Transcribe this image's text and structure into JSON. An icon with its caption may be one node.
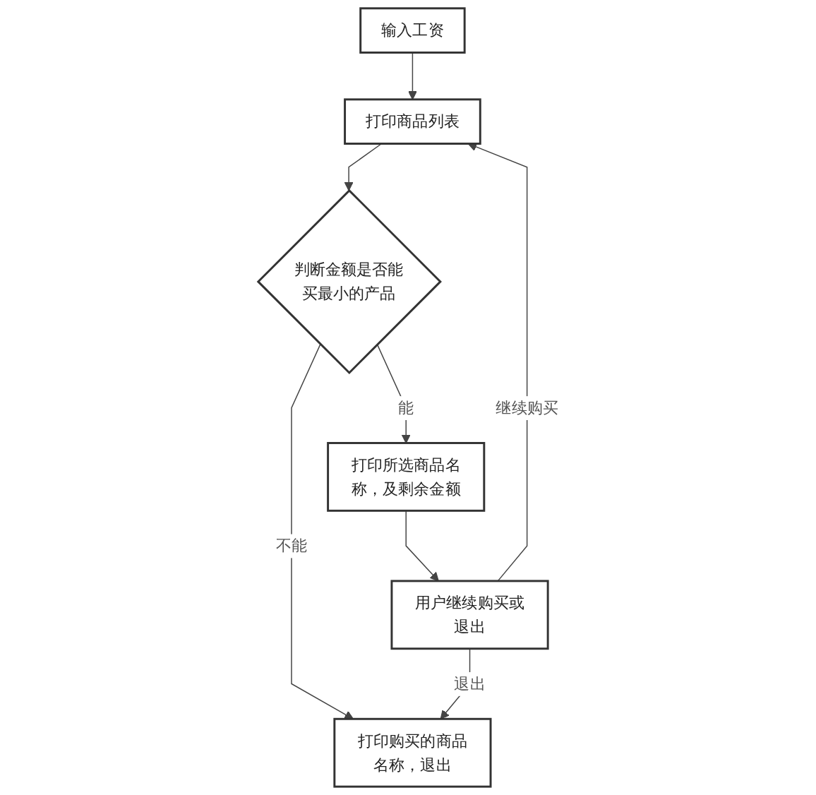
{
  "diagram": {
    "nodes": [
      {
        "text": [
          "输入工资"
        ]
      },
      {
        "text": [
          "打印商品列表"
        ]
      },
      {
        "text": [
          "判断金额是否能买最小的产品"
        ]
      },
      {
        "text": [
          "打印购买的商品名称，退出"
        ]
      },
      {
        "text": [
          "打印所选商品名称，及剩余金额"
        ]
      },
      {
        "text": [
          "用户继续购买或退出"
        ]
      }
    ],
    "edges": [
      {
        "from": 0,
        "to": 1,
        "arrow": "to"
      },
      {
        "from": 1,
        "to": 2,
        "arrow": "to"
      },
      {
        "from": 2,
        "to": 3,
        "label": "不能",
        "arrow": "to"
      },
      {
        "from": 2,
        "to": 4,
        "label": "能",
        "arrow": "to"
      },
      {
        "from": 4,
        "to": 5,
        "arrow": "to"
      },
      {
        "from": 5,
        "to": 1,
        "label": "继续购买",
        "arrow": "to"
      },
      {
        "from": 5,
        "to": 3,
        "label": "退出",
        "arrow": "to"
      }
    ]
  }
}
